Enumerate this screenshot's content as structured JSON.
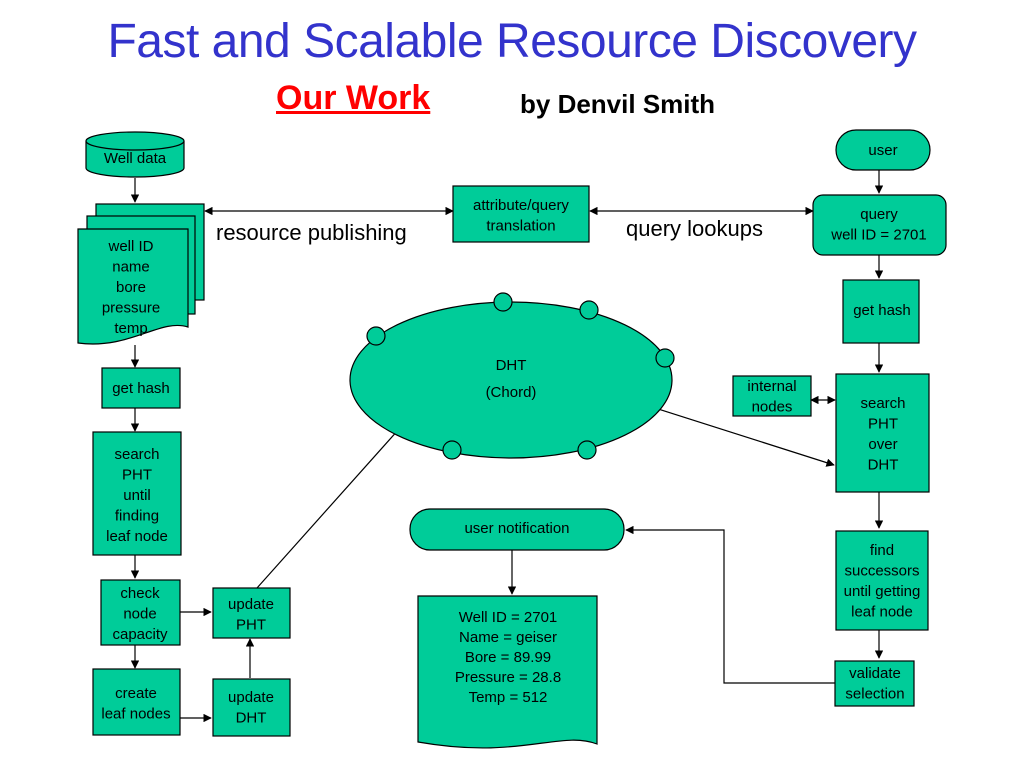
{
  "title": "Fast and Scalable Resource Discovery",
  "subtitle": "Our Work",
  "byline": "by Denvil Smith",
  "colors": {
    "fill": "#00cc99",
    "stroke": "#000000",
    "title": "#3333cc",
    "subtitle": "#ff0000"
  },
  "nodes": {
    "well_data": "Well data",
    "well_fields": [
      "well ID",
      "name",
      "bore",
      "pressure",
      "temp"
    ],
    "get_hash_left": "get hash",
    "search_leaf": [
      "search",
      "PHT",
      "until",
      "finding",
      "leaf node"
    ],
    "check_capacity": [
      "check",
      "node",
      "capacity"
    ],
    "create_leaf": [
      "create",
      "leaf nodes"
    ],
    "update_pht": [
      "update",
      "PHT"
    ],
    "update_dht": [
      "update",
      "DHT"
    ],
    "attr_translation": [
      "attribute/query",
      "translation"
    ],
    "dht": [
      "DHT",
      "(Chord)"
    ],
    "user_notification": "user notification",
    "result": [
      "Well ID = 2701",
      "Name = geiser",
      "Bore = 89.99",
      "Pressure = 28.8",
      "Temp = 512"
    ],
    "user": "user",
    "query": [
      "query",
      "well ID = 2701"
    ],
    "get_hash_right": "get hash",
    "internal_nodes": [
      "internal",
      "nodes"
    ],
    "search_pht": [
      "search",
      "PHT",
      "over",
      "DHT"
    ],
    "find_successors": [
      "find",
      "successors",
      "until getting",
      "leaf node"
    ],
    "validate": [
      "validate",
      "selection"
    ]
  },
  "edge_labels": {
    "resource_publishing": "resource publishing",
    "query_lookups": "query lookups"
  }
}
